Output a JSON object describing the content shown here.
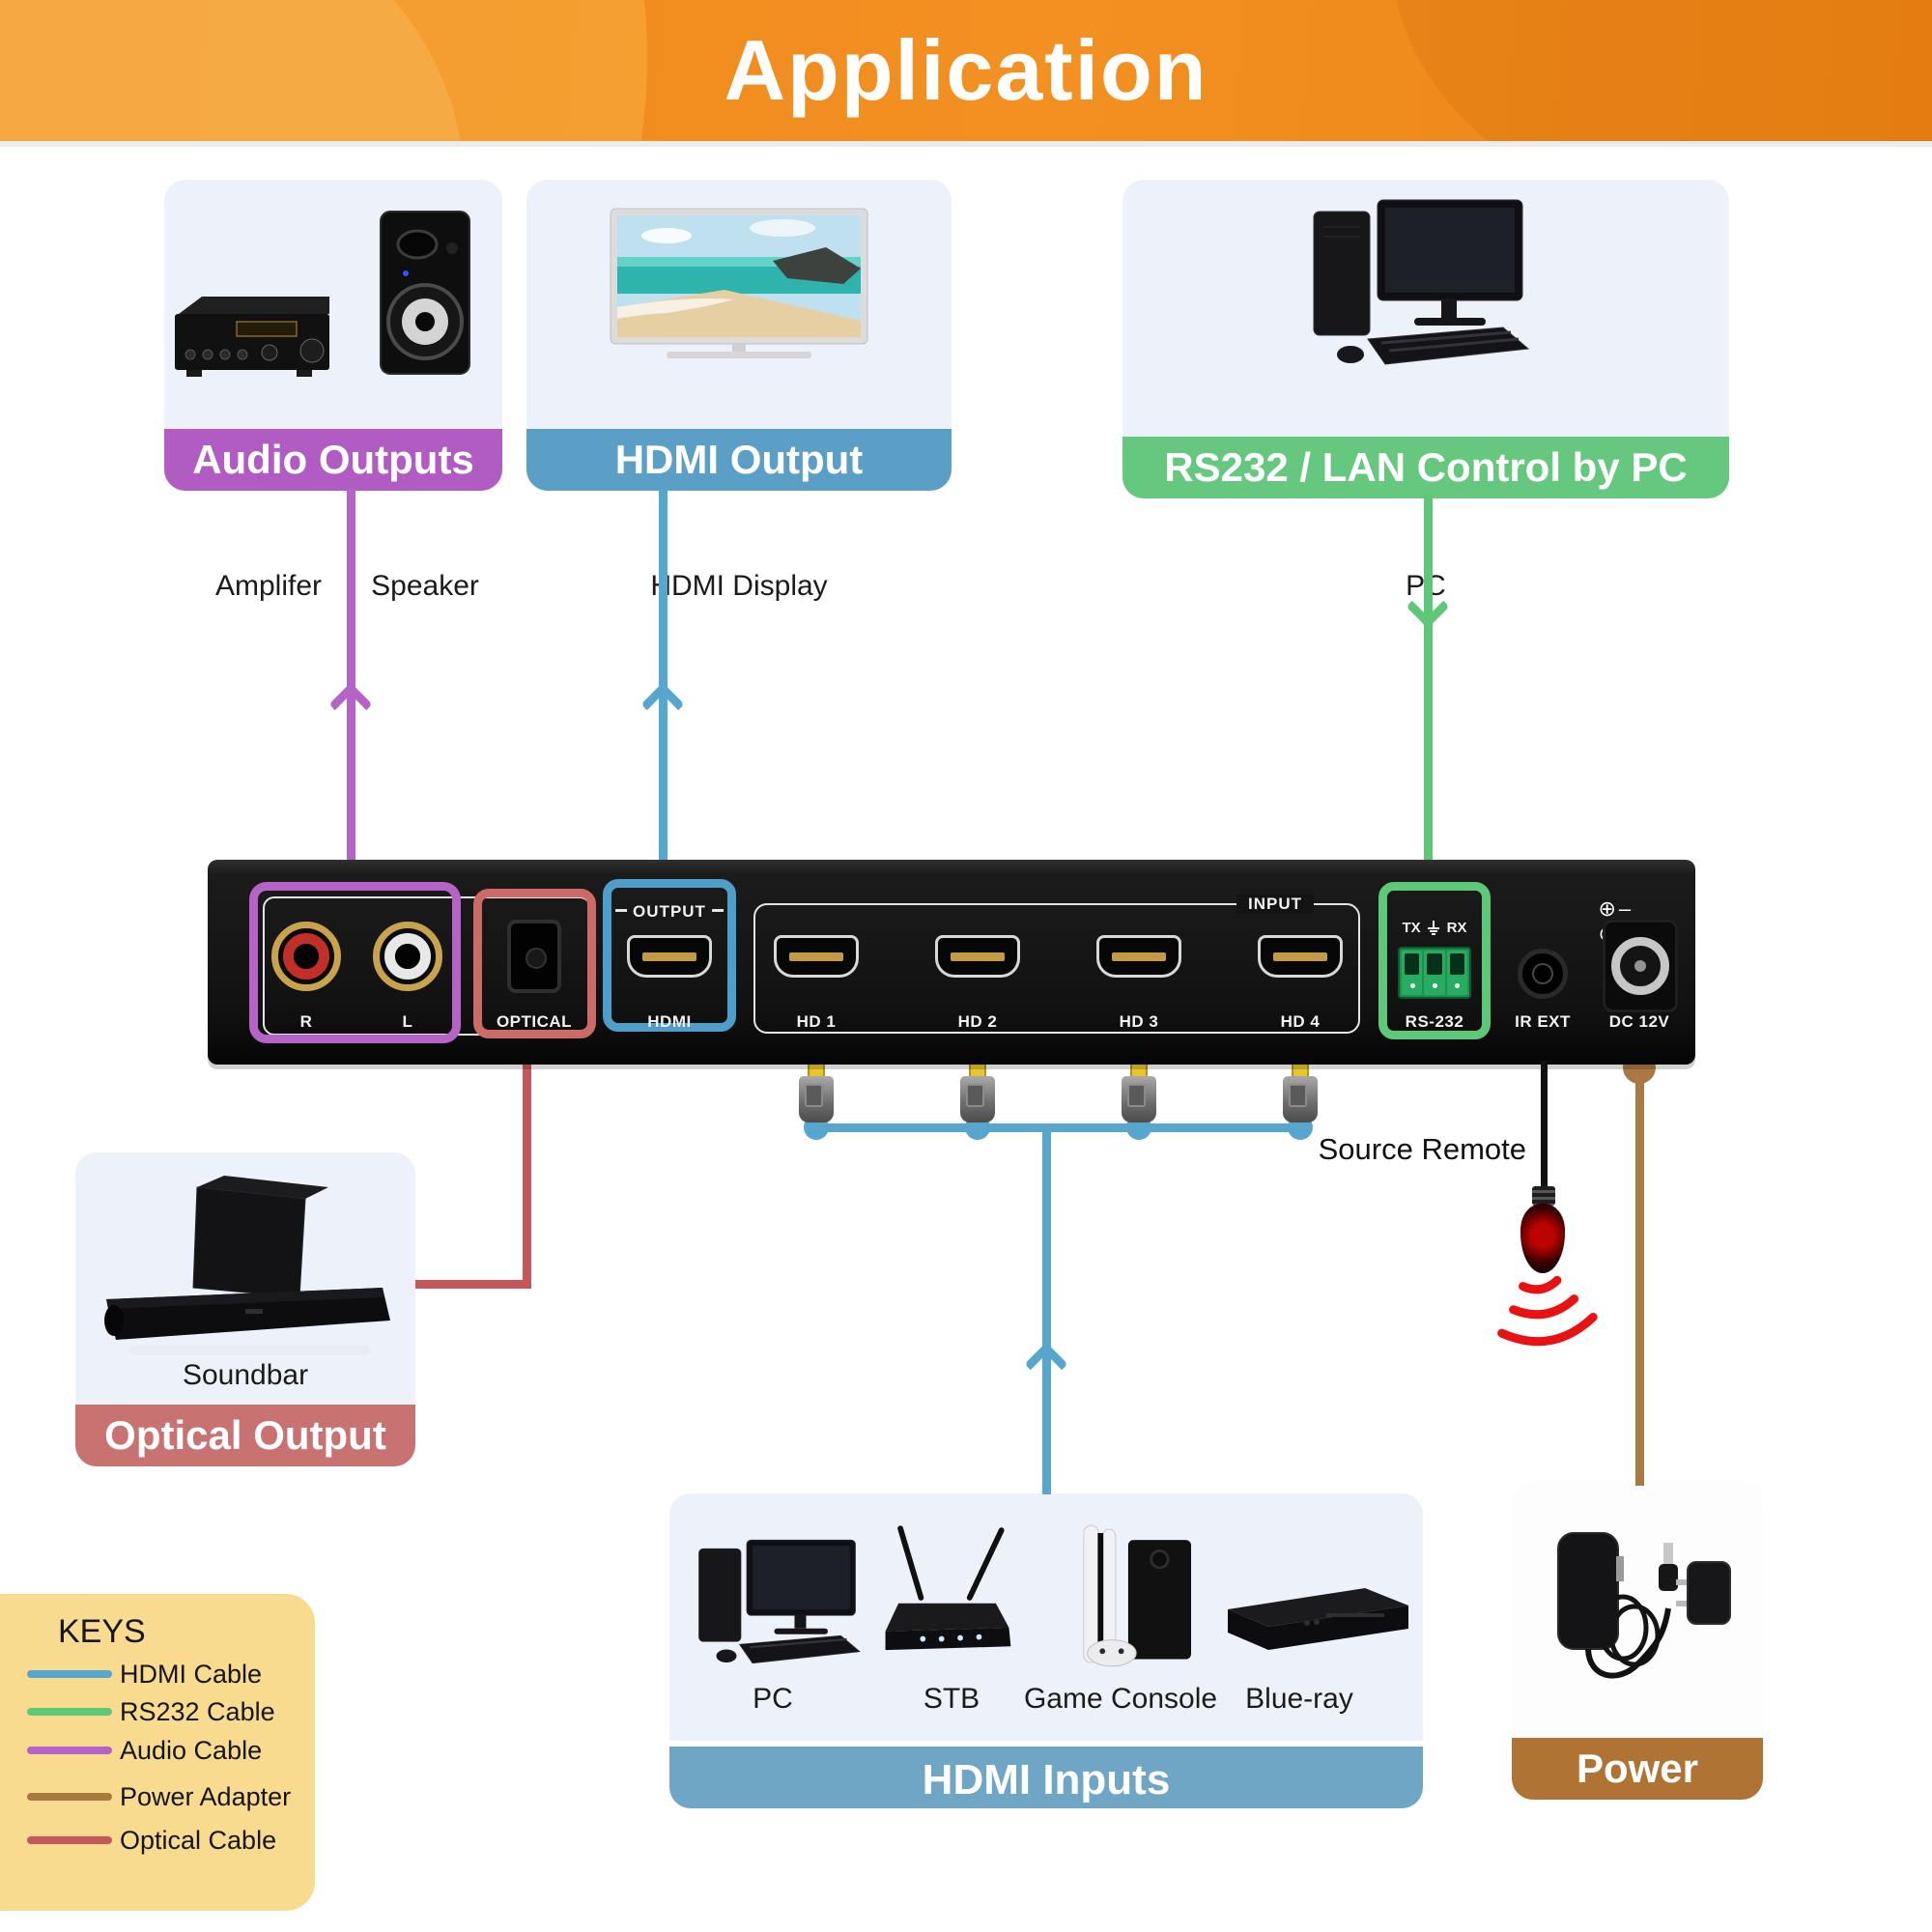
{
  "header": {
    "title": "Application"
  },
  "colors": {
    "header_orange": "#F08A1D",
    "card_bg": "#EDF2FA",
    "audio": "#B663C7",
    "audio_banner": "#B15CC3",
    "hdmi": "#57A6CD",
    "hdmi_banner": "#5B9FC6",
    "hdmi_inputs_banner": "#6FA6C6",
    "rs232": "#5EC878",
    "rs232_banner": "#66C87E",
    "optical": "#C5565C",
    "optical_box": "#CB6A66",
    "optical_banner": "#C97272",
    "power": "#A97843",
    "power_banner": "#AF7433",
    "keys_bg": "#F8DB8E",
    "ir_wave_red": "#E81212"
  },
  "cards": {
    "audio_outputs": {
      "banner": "Audio Outputs",
      "items": [
        "Amplifer",
        "Speaker"
      ]
    },
    "hdmi_output": {
      "banner": "HDMI Output",
      "items": [
        "HDMI Display"
      ]
    },
    "pc_control": {
      "banner": "RS232 / LAN Control by PC",
      "items": [
        "PC"
      ]
    },
    "optical_output": {
      "banner": "Optical Output",
      "items": [
        "Soundbar"
      ]
    },
    "hdmi_inputs": {
      "banner": "HDMI Inputs",
      "items": [
        "PC",
        "STB",
        "Game Console",
        "Blue-ray"
      ]
    },
    "power": {
      "banner": "Power"
    }
  },
  "device": {
    "output_label": "OUTPUT",
    "input_label": "INPUT",
    "ports": {
      "r": "R",
      "l": "L",
      "optical": "OPTICAL",
      "hdmi": "HDMI",
      "hd": [
        "HD 1",
        "HD 2",
        "HD 3",
        "HD 4"
      ],
      "tx": "TX",
      "rx": "RX",
      "rs232": "RS-232",
      "ir_ext": "IR EXT",
      "dc": "DC 12V"
    },
    "polarity_symbol": "⊕–⊙–⊖"
  },
  "annotations": {
    "source_remote": "Source Remote"
  },
  "keys": {
    "title": "KEYS",
    "entries": [
      {
        "label": "HDMI Cable",
        "color": "#57A6CD"
      },
      {
        "label": "RS232 Cable",
        "color": "#5EC878"
      },
      {
        "label": "Audio Cable",
        "color": "#B663C7"
      },
      {
        "label": "Power Adapter",
        "color": "#A97843"
      },
      {
        "label": "Optical Cable",
        "color": "#C5565C"
      }
    ]
  }
}
